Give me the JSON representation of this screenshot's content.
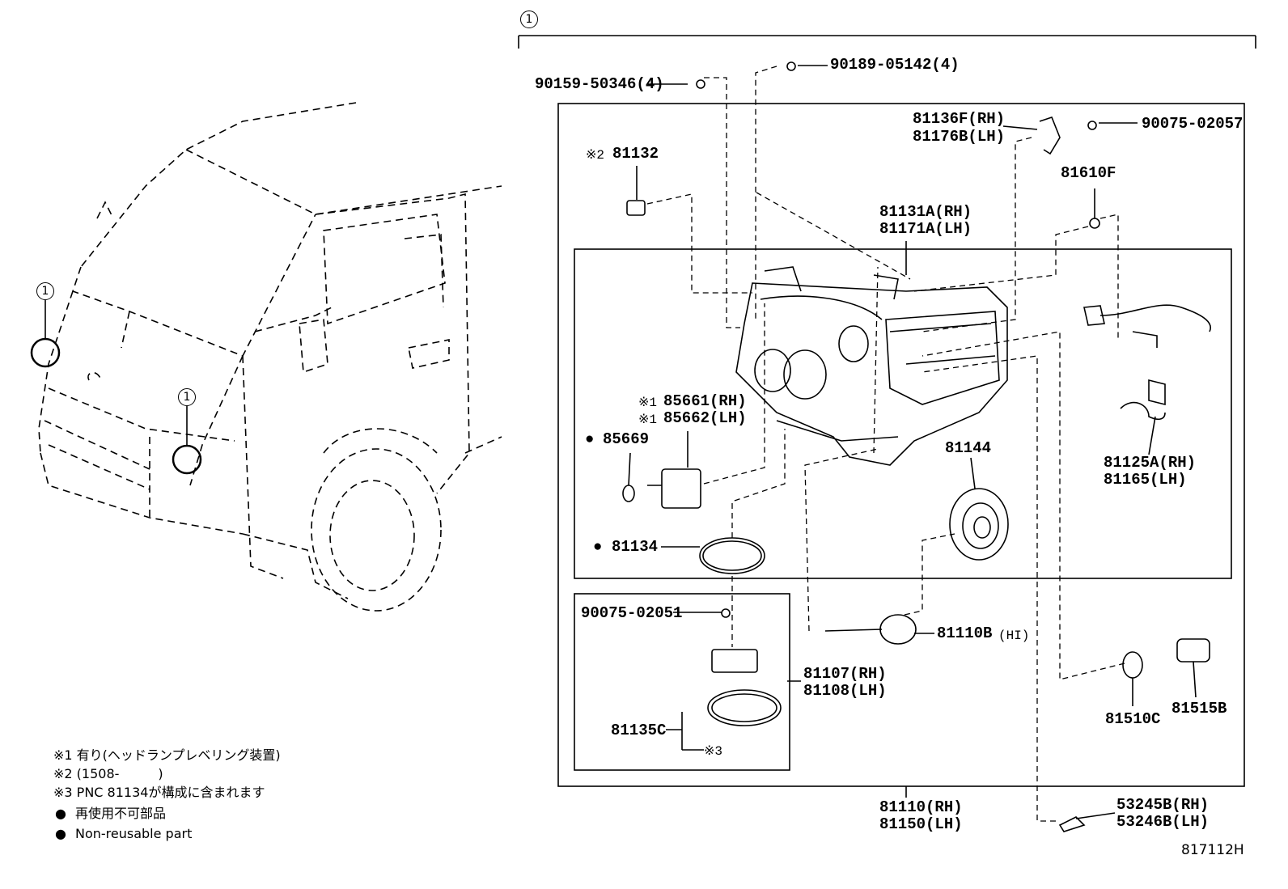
{
  "callout_marker": "1",
  "diagram_id": "817112H",
  "notes": {
    "n1": "※1 有り(ヘッドランプレベリング装置)",
    "n2": "※2 (1508-　　　)",
    "n3": "※3 PNC 81134が構成に含まれます",
    "n4_symbol": "●",
    "n4": "再使用不可部品",
    "n5_symbol": "●",
    "n5": "Non-reusable part"
  },
  "parts": {
    "p90159": "90159-50346(4)",
    "p90189": "90189-05142(4)",
    "p81136": "81136F(RH)",
    "p81176": "81176B(LH)",
    "p90075_57": "90075-02057",
    "p81132_mark": "※2",
    "p81132": "81132",
    "p81610": "81610F",
    "p81131": "81131A(RH)",
    "p81171": "81171A(LH)",
    "p85661_mark": "※1",
    "p85661": "85661(RH)",
    "p85662_mark": "※1",
    "p85662": "85662(LH)",
    "p85669_mark": "●",
    "p85669": "85669",
    "p81144": "81144",
    "p81125": "81125A(RH)",
    "p81165": "81165(LH)",
    "p81134_mark": "●",
    "p81134": "81134",
    "p90075_51": "90075-02051",
    "p81110B": "81110B",
    "p81110B_note": "(HI)",
    "p81107": "81107(RH)",
    "p81108": "81108(LH)",
    "p81135": "81135C",
    "p81135_note": "※3",
    "p81510": "81510C",
    "p81515": "81515B",
    "p81110": "81110(RH)",
    "p81150": "81150(LH)",
    "p53245": "53245B(RH)",
    "p53246": "53246B(LH)"
  }
}
